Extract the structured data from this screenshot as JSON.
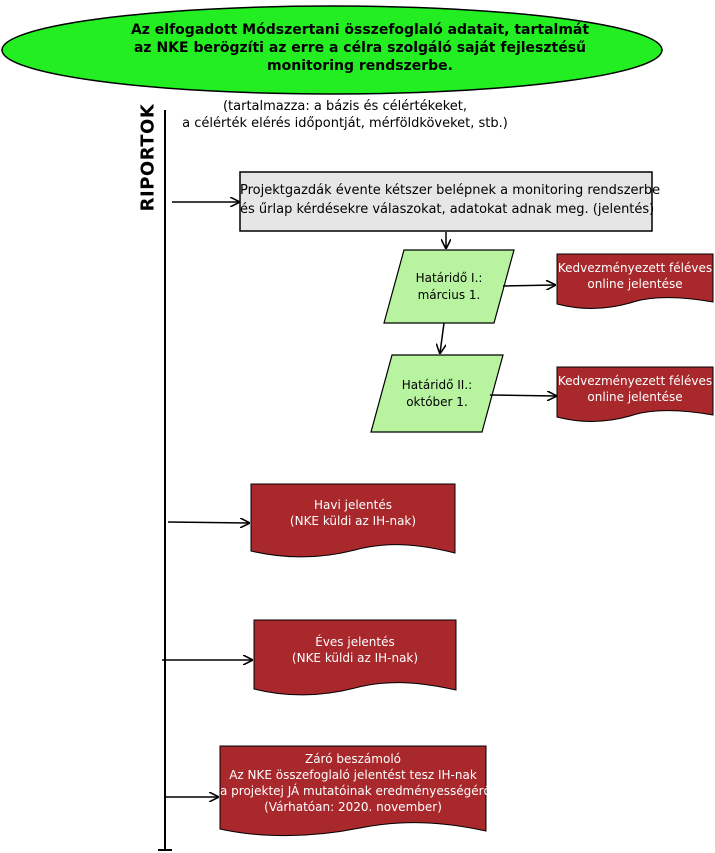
{
  "header": {
    "line1": "Az elfogadott Módszertani összefoglaló adatait, tartalmát",
    "line2": "az NKE berögzíti az erre a célra szolgáló saját fejlesztésű",
    "line3": "monitoring rendszerbe."
  },
  "note": {
    "line1": "(tartalmazza: a bázis és célértékeket,",
    "line2": "a célérték elérés időpontját, mérföldköveket, stb.)"
  },
  "side_label": "RIPORTOK",
  "process_box": {
    "line1": "Projektgazdák évente kétszer belépnek a monitoring rendszerbe",
    "line2": "és űrlap kérdésekre válaszokat, adatokat adnak meg. (jelentés)"
  },
  "deadline1": {
    "line1": "Határidő I.:",
    "line2": "március 1."
  },
  "deadline2": {
    "line1": "Határidő II.:",
    "line2": "október 1."
  },
  "report1": {
    "line1": "Kedvezményezett féléves",
    "line2": "online jelentése"
  },
  "report2": {
    "line1": "Kedvezményezett féléves",
    "line2": "online jelentése"
  },
  "monthly": {
    "line1": "Havi jelentés",
    "line2": "(NKE küldi az IH-nak)"
  },
  "annual": {
    "line1": "Éves jelentés",
    "line2": "(NKE küldi az IH-nak)"
  },
  "final": {
    "line1": "Záró beszámoló",
    "line2": "Az NKE összefoglaló jelentést tesz IH-nak",
    "line3": "a projektej JÁ mutatóinak eredményességéről",
    "line4": "(Várhatóan: 2020. november)"
  },
  "colors": {
    "header_fill": "#22ee22",
    "process_fill": "#e6e6e6",
    "deadline_fill": "#b8f4a0",
    "report_fill": "#a8282c"
  }
}
